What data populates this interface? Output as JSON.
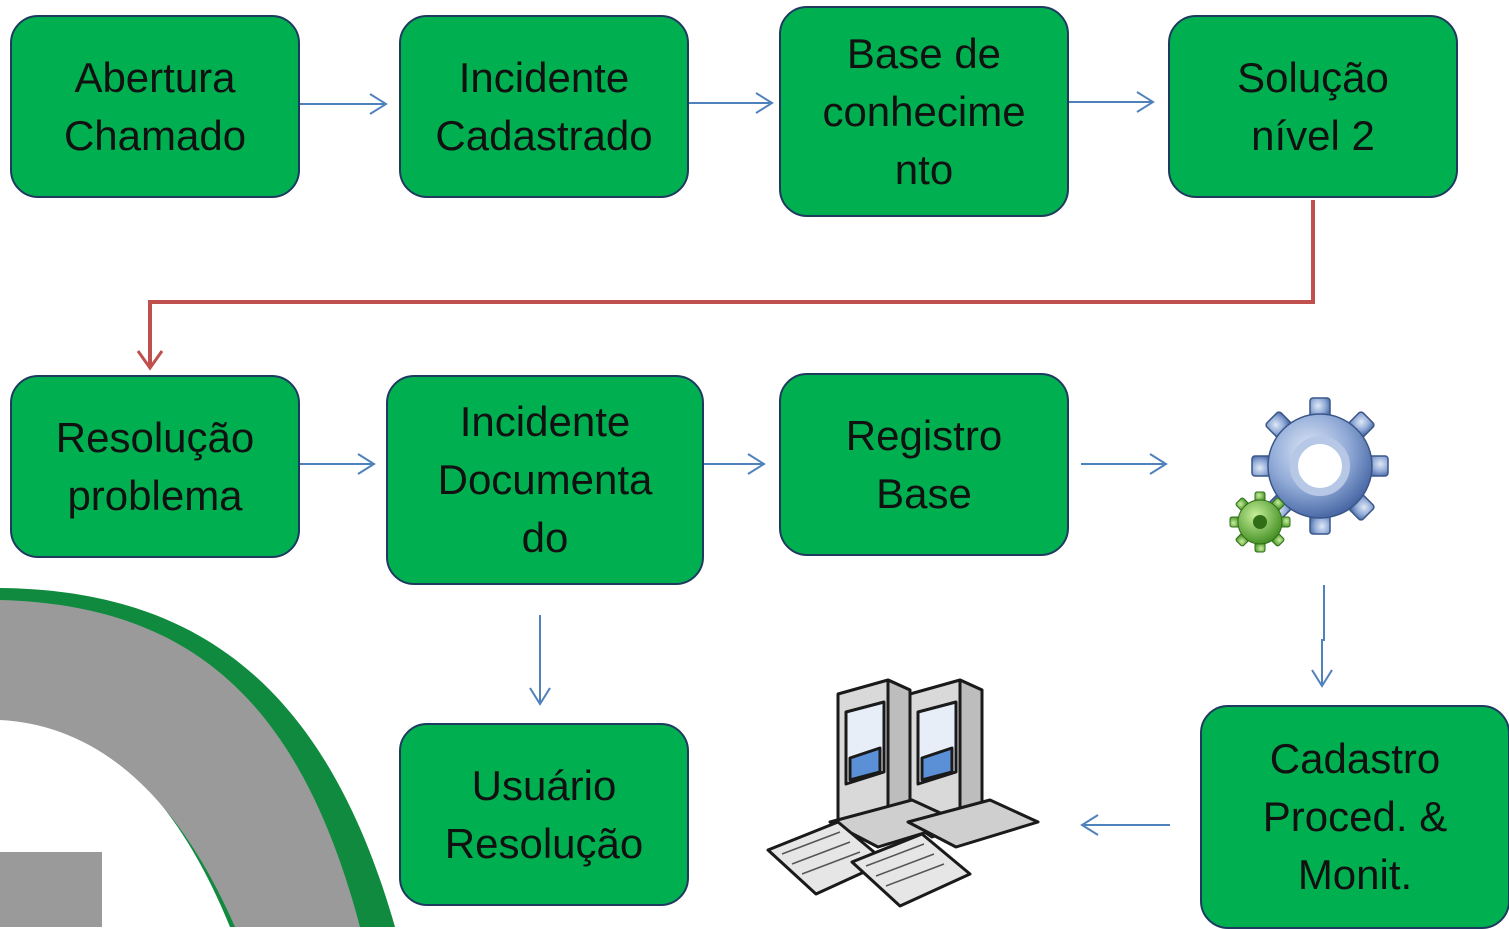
{
  "colors": {
    "box_fill": "#00b050",
    "box_border": "#1f3a5f",
    "arrow_blue": "#4f81bd",
    "arrow_red": "#c0504d",
    "deco_green": "#0f8a3e",
    "deco_gray": "#9a9a9a"
  },
  "nodes": {
    "abertura": "Abertura\nChamado",
    "incidente_cadastrado": "Incidente\nCadastrado",
    "base_conhecimento": "Base de\nconhecime\nnto",
    "solucao_nivel2": "Solução\nnível 2",
    "resolucao_problema": "Resolução\nproblema",
    "incidente_documentado": "Incidente\nDocumenta\ndo",
    "registro_base": "Registro\nBase",
    "usuario_resolucao": "Usuário\nResolução",
    "cadastro_proced": "Cadastro\nProced. &\nMonit."
  },
  "icons": {
    "process": "gears-icon",
    "monitoring": "computers-icon"
  }
}
